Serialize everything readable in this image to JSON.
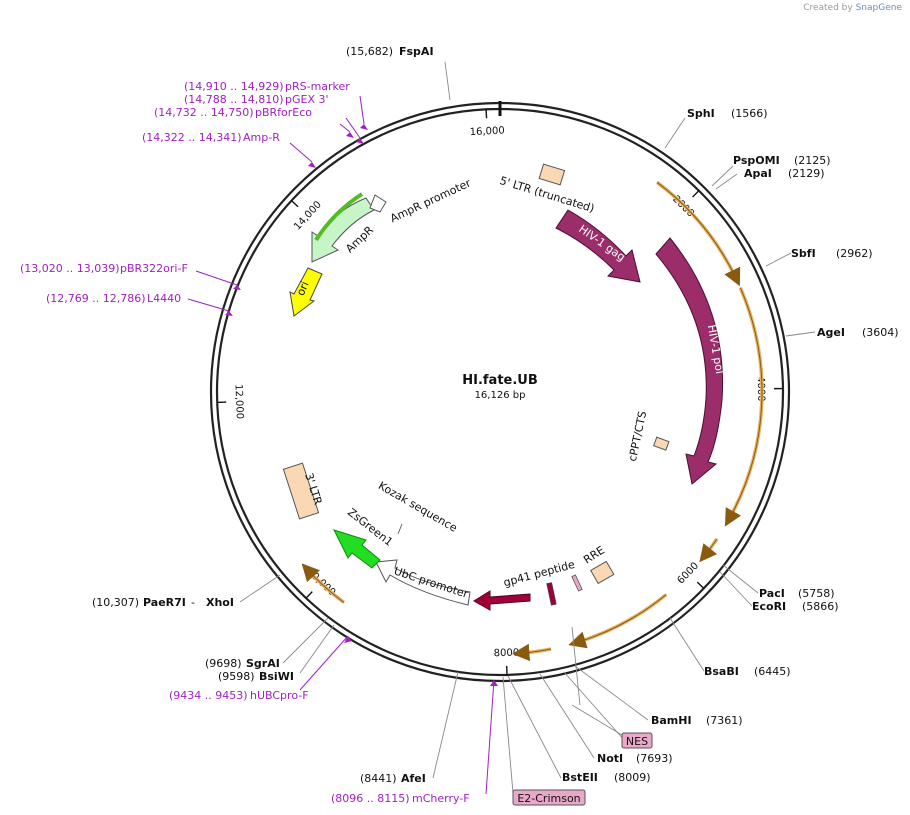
{
  "credit": {
    "prefix": "Created by",
    "brand": "SnapGene"
  },
  "plasmid": {
    "name": "HI.fate.UB",
    "length_label": "16,126 bp",
    "length": 16126
  },
  "ticks": [
    {
      "pos": 2000,
      "label": "2000"
    },
    {
      "pos": 4000,
      "label": "4000"
    },
    {
      "pos": 6000,
      "label": "6000"
    },
    {
      "pos": 8000,
      "label": "8000"
    },
    {
      "pos": 10000,
      "label": "10,000"
    },
    {
      "pos": 12000,
      "label": "12,000"
    },
    {
      "pos": 14000,
      "label": "14,000"
    },
    {
      "pos": 16000,
      "label": "16,000"
    }
  ],
  "sites": [
    {
      "id": "fspai",
      "name": "FspAI",
      "pos_label": "(15,682)",
      "pos": 15682,
      "side": "left"
    },
    {
      "id": "sphi",
      "name": "SphI",
      "pos_label": "(1566)",
      "pos": 1566,
      "side": "right"
    },
    {
      "id": "pspomi",
      "name": "PspOMI",
      "pos_label": "(2125)",
      "pos": 2125,
      "side": "right"
    },
    {
      "id": "apai",
      "name": "ApaI",
      "pos_label": "(2129)",
      "pos": 2129,
      "side": "right"
    },
    {
      "id": "sbfi",
      "name": "SbfI",
      "pos_label": "(2962)",
      "pos": 2962,
      "side": "right"
    },
    {
      "id": "agei",
      "name": "AgeI",
      "pos_label": "(3604)",
      "pos": 3604,
      "side": "right"
    },
    {
      "id": "paci",
      "name": "PacI",
      "pos_label": "(5758)",
      "pos": 5758,
      "side": "right"
    },
    {
      "id": "ecori",
      "name": "EcoRI",
      "pos_label": "(5866)",
      "pos": 5866,
      "side": "right"
    },
    {
      "id": "bsabi",
      "name": "BsaBI",
      "pos_label": "(6445)",
      "pos": 6445,
      "side": "right"
    },
    {
      "id": "bamhi",
      "name": "BamHI",
      "pos_label": "(7361)",
      "pos": 7361,
      "side": "right"
    },
    {
      "id": "noti",
      "name": "NotI",
      "pos_label": "(7693)",
      "pos": 7693,
      "side": "right"
    },
    {
      "id": "bsteii",
      "name": "BstEII",
      "pos_label": "(8009)",
      "pos": 8009,
      "side": "right"
    },
    {
      "id": "afei",
      "name": "AfeI",
      "pos_label": "(8441)",
      "pos": 8441,
      "side": "left"
    },
    {
      "id": "sgrai",
      "name": "SgrAI",
      "pos_label": "(9698)",
      "pos": 9698,
      "side": "left"
    },
    {
      "id": "bsiwi",
      "name": "BsiWI",
      "pos_label": "(9598)",
      "pos": 9598,
      "side": "left"
    },
    {
      "id": "paer7i",
      "name": "PaeR7I",
      "name2": "XhoI",
      "pos_label": "(10,307)",
      "pos": 10307,
      "side": "left"
    }
  ],
  "primers": [
    {
      "id": "prs",
      "label": "pRS-marker",
      "range": "(14,910 .. 14,929)"
    },
    {
      "id": "pgex",
      "label": "pGEX 3'",
      "range": "(14,788 .. 14,810)"
    },
    {
      "id": "pbrforeco",
      "label": "pBRforEco",
      "range": "(14,732 .. 14,750)"
    },
    {
      "id": "ampr-primer",
      "label": "Amp-R",
      "range": "(14,322 .. 14,341)"
    },
    {
      "id": "pbr322ori",
      "label": "pBR322ori-F",
      "range": "(13,020 .. 13,039)"
    },
    {
      "id": "l4440",
      "label": "L4440",
      "range": "(12,769 .. 12,786)"
    },
    {
      "id": "hubcpro",
      "label": "hUBCpro-F",
      "range": "(9434 .. 9453)"
    },
    {
      "id": "mcherry",
      "label": "mCherry-F",
      "range": "(8096 .. 8115)"
    }
  ],
  "features": [
    {
      "id": "ltr5",
      "label": "5' LTR (truncated)",
      "color": "#fbd8b4"
    },
    {
      "id": "gag",
      "label": "HIV-1 gag",
      "color": "#9a2d6a"
    },
    {
      "id": "pol",
      "label": "HIV-1 pol",
      "color": "#9a2d6a"
    },
    {
      "id": "cppt",
      "label": "cPPT/CTS",
      "color": "#fbd8b4"
    },
    {
      "id": "rre",
      "label": "RRE",
      "color": "#fbd8b4"
    },
    {
      "id": "gp41",
      "label": "gp41 peptide",
      "color": "#a0003a"
    },
    {
      "id": "ubc",
      "label": "UbC promoter",
      "color": "#ffffff"
    },
    {
      "id": "zsgreen",
      "label": "ZsGreen1",
      "color": "#22dd22"
    },
    {
      "id": "kozak",
      "label": "Kozak sequence"
    },
    {
      "id": "ltr3",
      "label": "3' LTR",
      "color": "#fbd8b4"
    },
    {
      "id": "ori",
      "label": "ori",
      "color": "#ffff00"
    },
    {
      "id": "ampr",
      "label": "AmpR",
      "color": "#c8f5c8"
    },
    {
      "id": "amprp",
      "label": "AmpR promoter",
      "color": "#ffffff"
    }
  ],
  "badges": [
    {
      "id": "nes",
      "label": "NES"
    },
    {
      "id": "e2crimson",
      "label": "E2-Crimson"
    }
  ],
  "colors": {
    "backbone": "#222222",
    "orf": "#e8b060",
    "primer": "#a020c0",
    "badge_fill": "#e9a8c8",
    "green_orf": "#55bb22"
  }
}
